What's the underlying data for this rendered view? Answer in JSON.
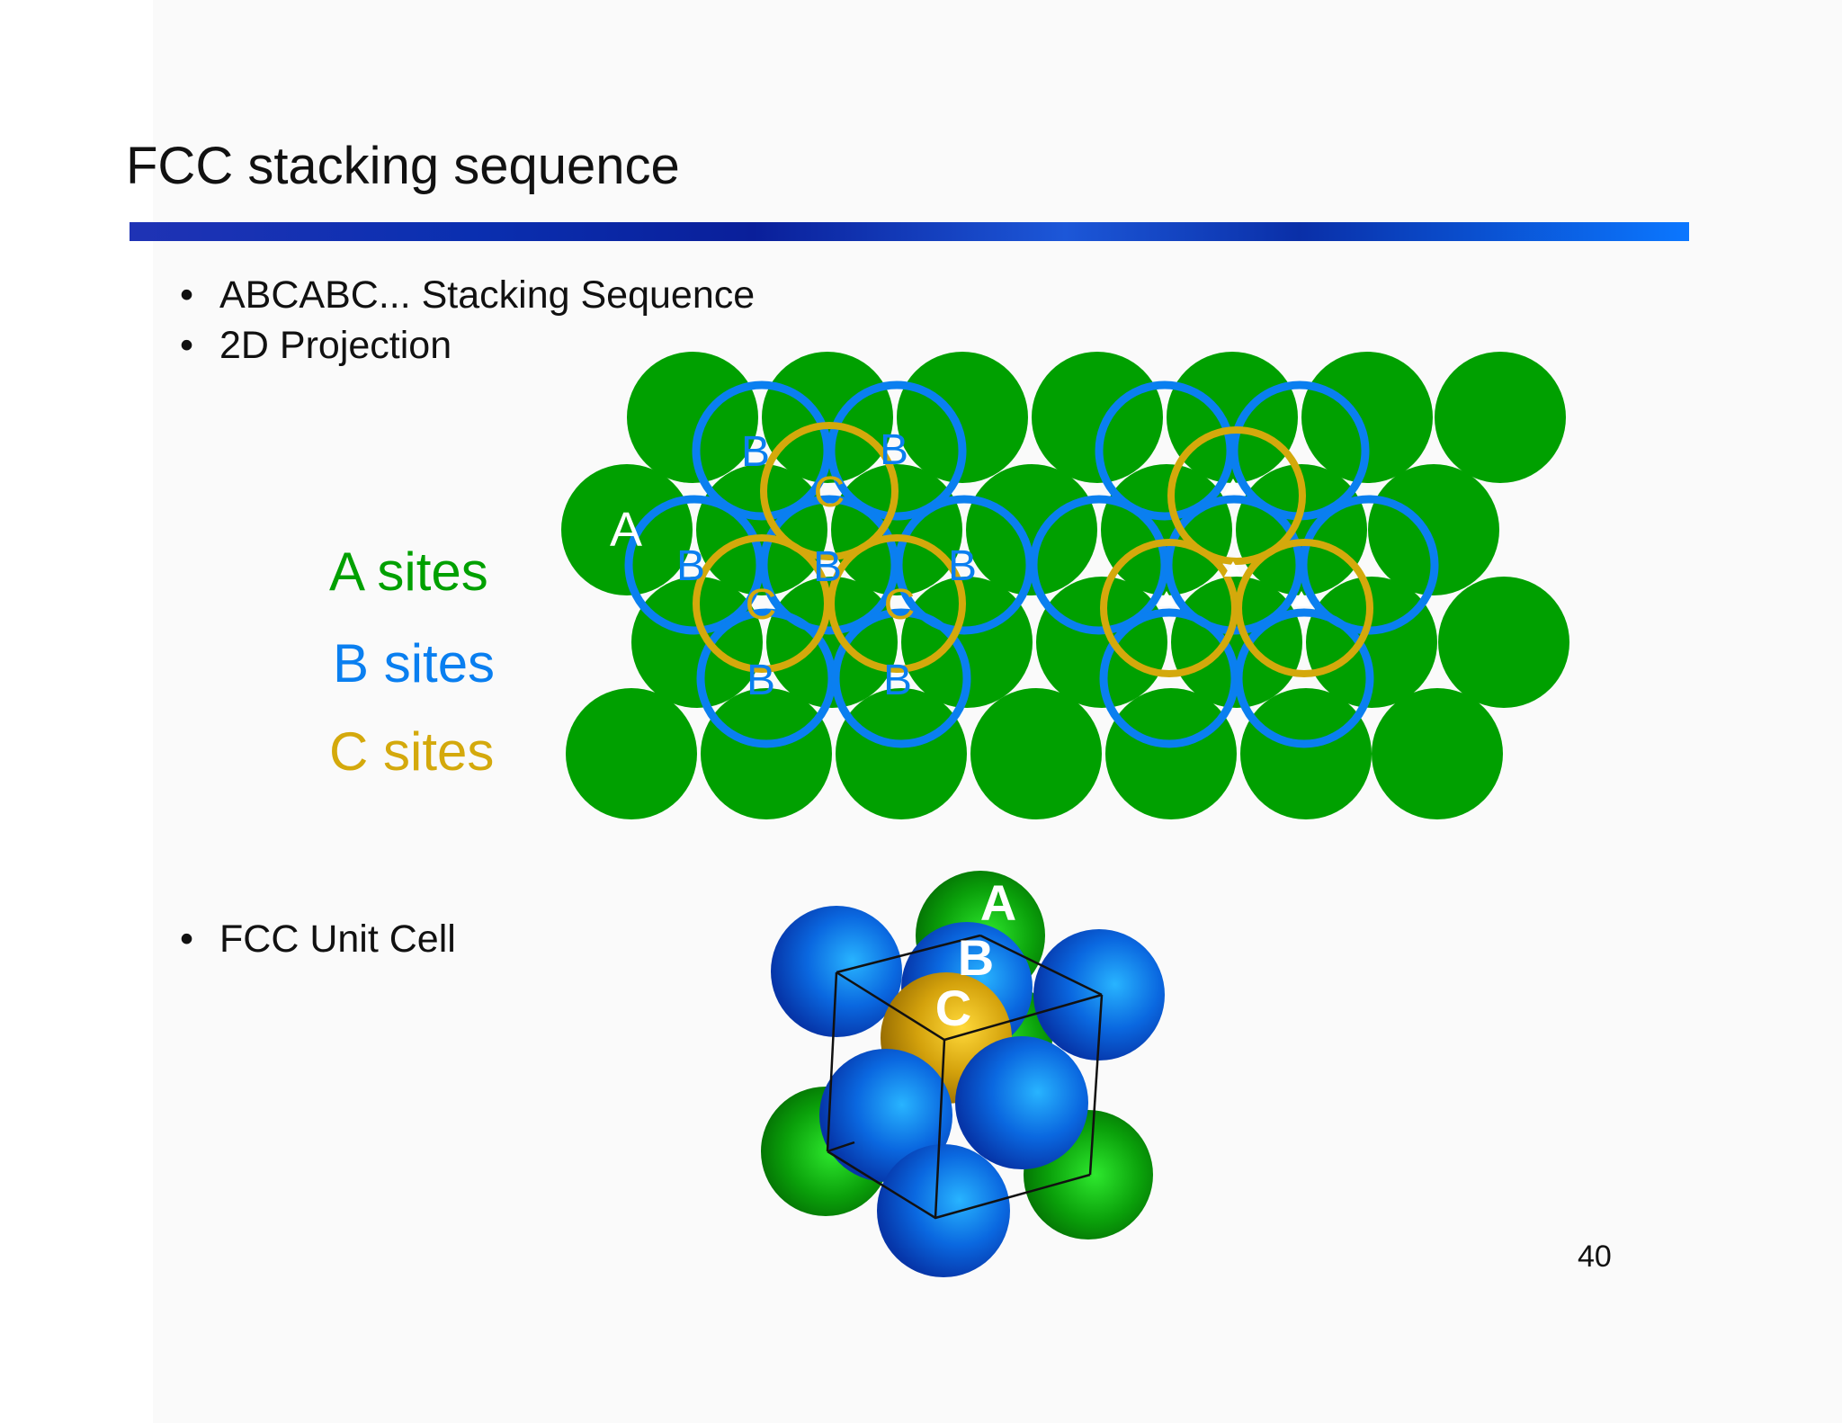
{
  "title": "FCC stacking sequence",
  "bullets": [
    "ABCABC... Stacking Sequence",
    "2D Projection"
  ],
  "bullets_lower": [
    "FCC Unit Cell"
  ],
  "legend": {
    "a_sites": "A sites",
    "b_sites": "B sites",
    "c_sites": "C sites"
  },
  "projection_labels": {
    "a": "A",
    "b": "B",
    "c": "C"
  },
  "unit_cell_labels": {
    "a": "A",
    "b": "B",
    "c": "C"
  },
  "page_number": "40",
  "colors": {
    "a_site": "#00a000",
    "b_site": "#0a7ff0",
    "c_site": "#d4a90c",
    "title_bar_start": "#1f33b5",
    "title_bar_end": "#0b77ff"
  }
}
